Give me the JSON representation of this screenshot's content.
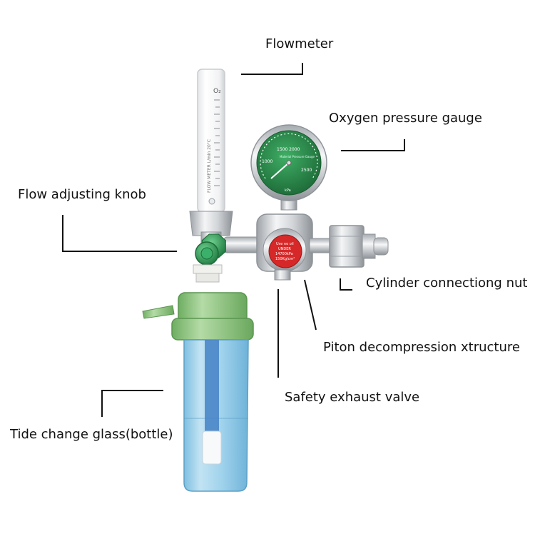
{
  "labels": {
    "flowmeter": "Flowmeter",
    "oxygen_pressure_gauge": "Oxygen pressure gauge",
    "flow_adjusting_knob": "Flow adjusting knob",
    "cylinder_connecting_nut": "Cylinder connectiong nut",
    "piston_decompression_structure": "Piton decompression xtructure",
    "safety_exhaust_valve": "Safety exhaust valve",
    "humidifier_bottle": "Tide change glass(bottle)"
  },
  "device_text": {
    "flowmeter_gas": "O₂",
    "flowmeter_scale": "FLOW METER  L/min  20°C",
    "gauge_scale_top": "1500  2000",
    "gauge_scale_left": "1000",
    "gauge_scale_right": "2500",
    "gauge_brand": "Material Pressure Gauge",
    "gauge_unit": "kPa",
    "warning_line1": "Use no oil",
    "warning_line2": "UNDER",
    "warning_line3": "14700kPa",
    "warning_line4": "150Kg/cm²"
  },
  "colors": {
    "gauge_face": "#2e8f4e",
    "knob": "#2f9a55",
    "bottle_cap": "#8fc27f",
    "bottle_body": "#8cc8e6",
    "warning_label": "#d62828",
    "chrome": "#c9ccd0",
    "leader_line": "#111111"
  }
}
